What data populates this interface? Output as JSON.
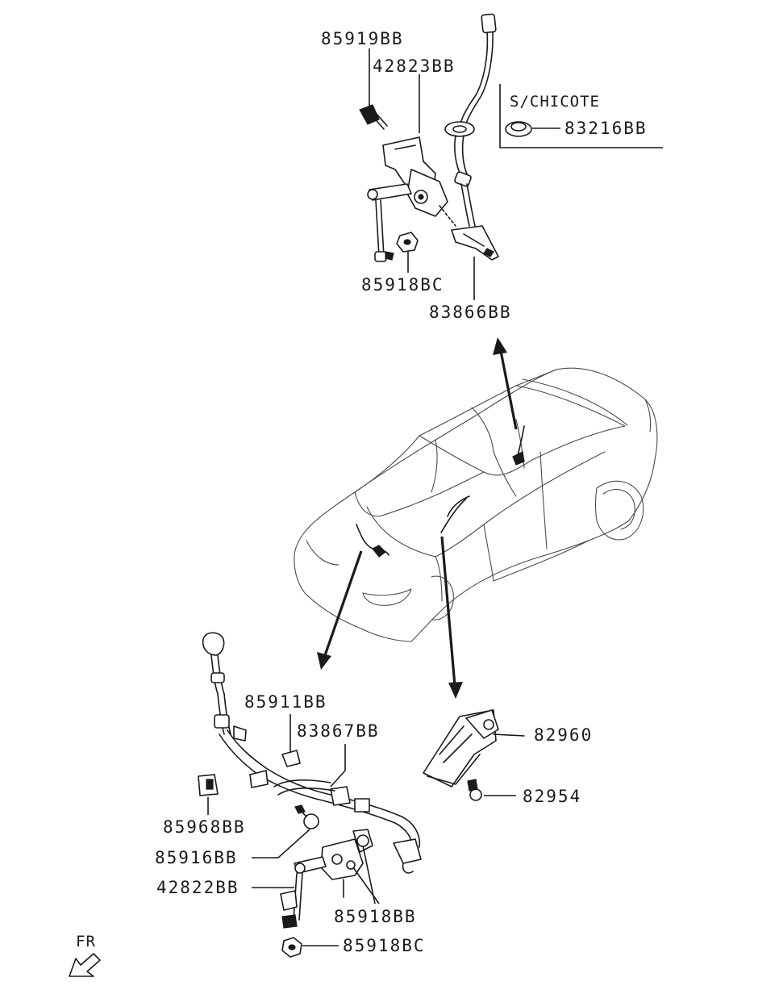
{
  "diagram": {
    "labels": {
      "p85919BB": "85919BB",
      "p42823BB": "42823BB",
      "p83216BB": "83216BB",
      "p85918BC_top": "85918BC",
      "p83866BB": "83866BB",
      "p85911BB": "85911BB",
      "p83867BB": "83867BB",
      "p82960": "82960",
      "p82954": "82954",
      "p85968BB": "85968BB",
      "p85916BB": "85916BB",
      "p42822BB": "42822BB",
      "p85918BB": "85918BB",
      "p85918BC_bottom": "85918BC"
    },
    "note": "S/CHICOTE",
    "direction_label": "FR"
  }
}
